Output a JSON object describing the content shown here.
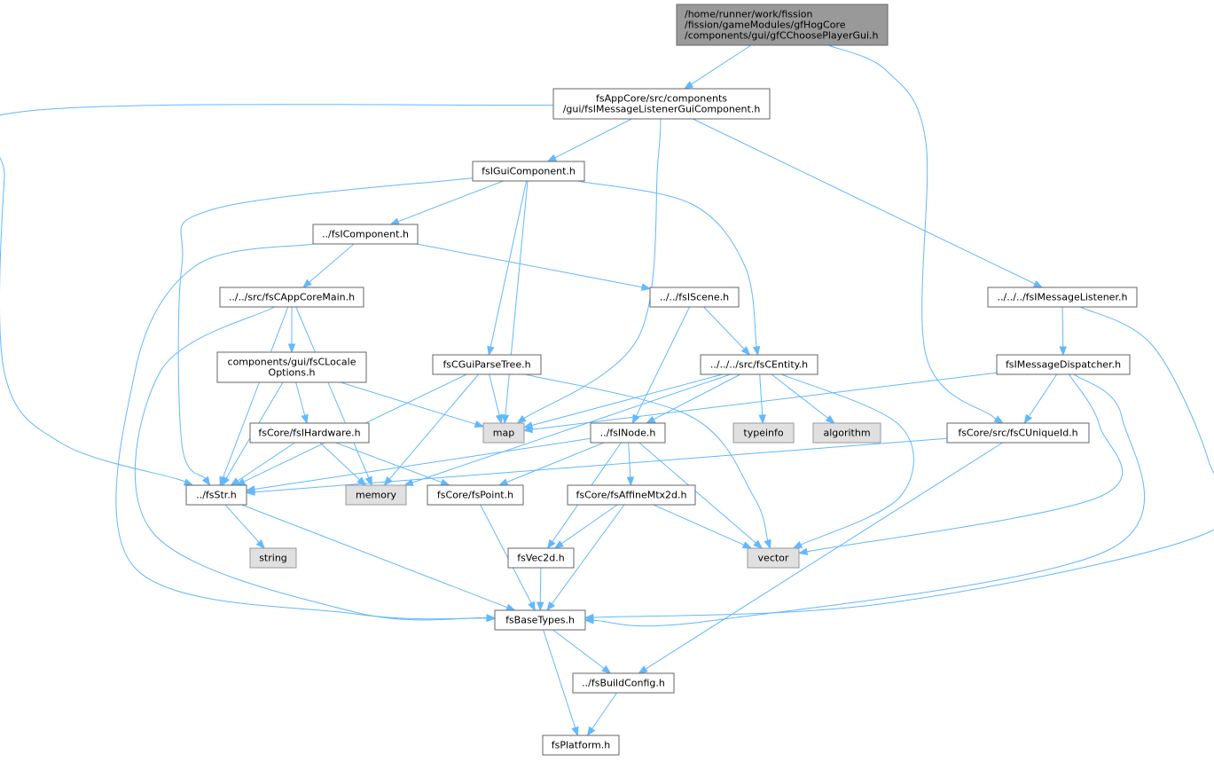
{
  "colors": {
    "edge": "#63b8ff",
    "root_fill": "#999999",
    "file_fill": "#ffffff",
    "system_fill": "#e0e0e0",
    "border": "#666666",
    "system_border": "#999999"
  },
  "nodes": [
    {
      "id": "root",
      "kind": "root",
      "lines": [
        "/home/runner/work/fission",
        "/fission/gameModules/gfHogCore",
        "/components/gui/gfCChoosePlayerGui.h"
      ]
    },
    {
      "id": "msglistenergui",
      "kind": "file",
      "lines": [
        "fsAppCore/src/components",
        "/gui/fsIMessageListenerGuiComponent.h"
      ]
    },
    {
      "id": "guicomponent",
      "kind": "file",
      "lines": [
        "fsIGuiComponent.h"
      ]
    },
    {
      "id": "component",
      "kind": "file",
      "lines": [
        "../fsIComponent.h"
      ]
    },
    {
      "id": "appcoremain",
      "kind": "file",
      "lines": [
        "../../src/fsCAppCoreMain.h"
      ]
    },
    {
      "id": "iscene",
      "kind": "file",
      "lines": [
        "../../fsIScene.h"
      ]
    },
    {
      "id": "imessagelistener",
      "kind": "file",
      "lines": [
        "../../../fsIMessageListener.h"
      ]
    },
    {
      "id": "localeoptions",
      "kind": "file",
      "lines": [
        "components/gui/fsCLocale",
        "Options.h"
      ]
    },
    {
      "id": "guiparsetree",
      "kind": "file",
      "lines": [
        "fsCGuiParseTree.h"
      ]
    },
    {
      "id": "centity",
      "kind": "file",
      "lines": [
        "../../../src/fsCEntity.h"
      ]
    },
    {
      "id": "imessagedispatcher",
      "kind": "file",
      "lines": [
        "fsIMessageDispatcher.h"
      ]
    },
    {
      "id": "ihardware",
      "kind": "file",
      "lines": [
        "fsCore/fsIHardware.h"
      ]
    },
    {
      "id": "map",
      "kind": "system",
      "lines": [
        "map"
      ]
    },
    {
      "id": "inode",
      "kind": "file",
      "lines": [
        "../fsINode.h"
      ]
    },
    {
      "id": "typeinfo",
      "kind": "system",
      "lines": [
        "typeinfo"
      ]
    },
    {
      "id": "algorithm",
      "kind": "system",
      "lines": [
        "algorithm"
      ]
    },
    {
      "id": "cuniqueid",
      "kind": "file",
      "lines": [
        "fsCore/src/fsCUniqueId.h"
      ]
    },
    {
      "id": "fsstr",
      "kind": "file",
      "lines": [
        "../fsStr.h"
      ]
    },
    {
      "id": "memory",
      "kind": "system",
      "lines": [
        "memory"
      ]
    },
    {
      "id": "point",
      "kind": "file",
      "lines": [
        "fsCore/fsPoint.h"
      ]
    },
    {
      "id": "affinemtx",
      "kind": "file",
      "lines": [
        "fsCore/fsAffineMtx2d.h"
      ]
    },
    {
      "id": "string",
      "kind": "system",
      "lines": [
        "string"
      ]
    },
    {
      "id": "vec2d",
      "kind": "file",
      "lines": [
        "fsVec2d.h"
      ]
    },
    {
      "id": "vector",
      "kind": "system",
      "lines": [
        "vector"
      ]
    },
    {
      "id": "basetypes",
      "kind": "file",
      "lines": [
        "fsBaseTypes.h"
      ]
    },
    {
      "id": "buildconfig",
      "kind": "file",
      "lines": [
        "../fsBuildConfig.h"
      ]
    },
    {
      "id": "platform",
      "kind": "file",
      "lines": [
        "fsPlatform.h"
      ]
    }
  ],
  "edges": [
    [
      "root",
      "msglistenergui"
    ],
    [
      "root",
      "cuniqueid"
    ],
    [
      "msglistenergui",
      "fsstr"
    ],
    [
      "msglistenergui",
      "guicomponent"
    ],
    [
      "msglistenergui",
      "map"
    ],
    [
      "msglistenergui",
      "imessagelistener"
    ],
    [
      "guicomponent",
      "fsstr"
    ],
    [
      "guicomponent",
      "component"
    ],
    [
      "guicomponent",
      "guiparsetree"
    ],
    [
      "guicomponent",
      "map"
    ],
    [
      "guicomponent",
      "centity"
    ],
    [
      "component",
      "basetypes"
    ],
    [
      "component",
      "appcoremain"
    ],
    [
      "component",
      "iscene"
    ],
    [
      "appcoremain",
      "basetypes"
    ],
    [
      "appcoremain",
      "fsstr"
    ],
    [
      "appcoremain",
      "localeoptions"
    ],
    [
      "appcoremain",
      "memory"
    ],
    [
      "localeoptions",
      "fsstr"
    ],
    [
      "localeoptions",
      "ihardware"
    ],
    [
      "localeoptions",
      "map"
    ],
    [
      "ihardware",
      "fsstr"
    ],
    [
      "ihardware",
      "memory"
    ],
    [
      "ihardware",
      "point"
    ],
    [
      "iscene",
      "centity"
    ],
    [
      "iscene",
      "inode"
    ],
    [
      "guiparsetree",
      "fsstr"
    ],
    [
      "guiparsetree",
      "map"
    ],
    [
      "guiparsetree",
      "memory"
    ],
    [
      "guiparsetree",
      "vector"
    ],
    [
      "centity",
      "map"
    ],
    [
      "centity",
      "memory"
    ],
    [
      "centity",
      "inode"
    ],
    [
      "centity",
      "typeinfo"
    ],
    [
      "centity",
      "algorithm"
    ],
    [
      "centity",
      "vector"
    ],
    [
      "imessagelistener",
      "imessagedispatcher"
    ],
    [
      "imessagelistener",
      "basetypes"
    ],
    [
      "imessagedispatcher",
      "map"
    ],
    [
      "imessagedispatcher",
      "cuniqueid"
    ],
    [
      "imessagedispatcher",
      "vector"
    ],
    [
      "imessagedispatcher",
      "basetypes"
    ],
    [
      "cuniqueid",
      "fsstr"
    ],
    [
      "cuniqueid",
      "buildconfig"
    ],
    [
      "inode",
      "fsstr"
    ],
    [
      "inode",
      "point"
    ],
    [
      "inode",
      "affinemtx"
    ],
    [
      "inode",
      "vec2d"
    ],
    [
      "inode",
      "vector"
    ],
    [
      "affinemtx",
      "vec2d"
    ],
    [
      "affinemtx",
      "vector"
    ],
    [
      "affinemtx",
      "basetypes"
    ],
    [
      "fsstr",
      "string"
    ],
    [
      "fsstr",
      "basetypes"
    ],
    [
      "point",
      "basetypes"
    ],
    [
      "vec2d",
      "basetypes"
    ],
    [
      "basetypes",
      "buildconfig"
    ],
    [
      "basetypes",
      "platform"
    ],
    [
      "buildconfig",
      "platform"
    ]
  ]
}
